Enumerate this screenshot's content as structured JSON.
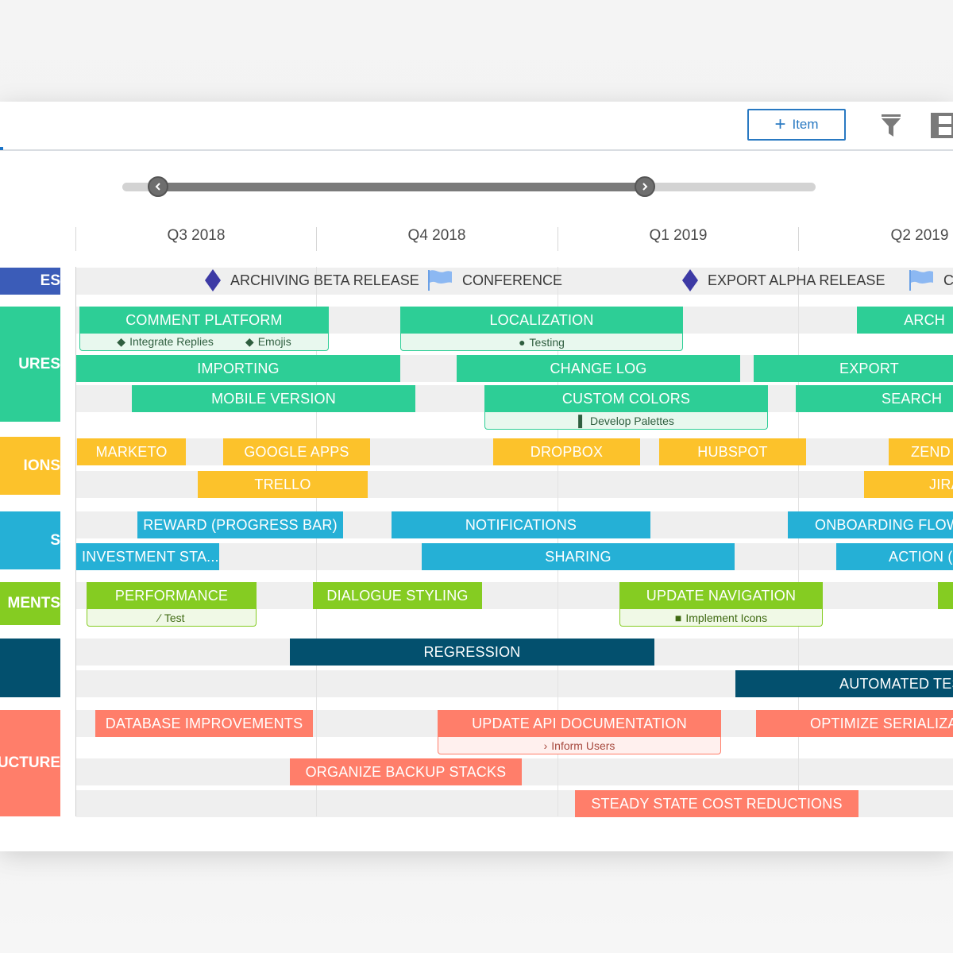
{
  "toolbar": {
    "add_item_label": "Item",
    "icons": [
      "plus-icon",
      "filter-icon",
      "layout-icon"
    ]
  },
  "timeline": {
    "quarters": [
      "Q3 2018",
      "Q4 2018",
      "Q1 2019",
      "Q2 2019"
    ]
  },
  "lanes": [
    {
      "label": "ES",
      "color": "#3b5cb8"
    },
    {
      "label": "URES",
      "color": "#2dce96"
    },
    {
      "label": "IONS",
      "color": "#fcc22b"
    },
    {
      "label": "S",
      "color": "#25b0d6"
    },
    {
      "label": "MENTS",
      "color": "#85cc22"
    },
    {
      "label": "",
      "color": "#03506e"
    },
    {
      "label": "UCTURE",
      "color": "#ff7e6a"
    }
  ],
  "milestones": [
    {
      "label": "ARCHIVING BETA RELEASE",
      "icon": "diamond-icon"
    },
    {
      "label": "CONFERENCE",
      "icon": "flag-icon"
    },
    {
      "label": "EXPORT ALPHA RELEASE",
      "icon": "diamond-icon"
    },
    {
      "label": "C",
      "icon": "flag-icon"
    }
  ],
  "bars": {
    "features": [
      "COMMENT PLATFORM",
      "LOCALIZATION",
      "ARCH",
      "IMPORTING",
      "CHANGE LOG",
      "EXPORT",
      "MOBILE VERSION",
      "CUSTOM COLORS",
      "SEARCH"
    ],
    "integrations": [
      "MARKETO",
      "GOOGLE APPS",
      "DROPBOX",
      "HUBSPOT",
      "ZEND",
      "TRELLO",
      "JIRA"
    ],
    "engagement": [
      "REWARD (PROGRESS BAR)",
      "NOTIFICATIONS",
      "ONBOARDING FLOW",
      "INVESTMENT STA...",
      "SHARING",
      "ACTION ("
    ],
    "improvements": [
      "PERFORMANCE",
      "DIALOGUE STYLING",
      "UPDATE NAVIGATION"
    ],
    "testing": [
      "REGRESSION",
      "AUTOMATED TES"
    ],
    "infrastructure": [
      "DATABASE IMPROVEMENTS",
      "UPDATE API DOCUMENTATION",
      "OPTIMIZE SERIALIZAT",
      "ORGANIZE BACKUP STACKS",
      "STEADY STATE COST REDUCTIONS"
    ]
  },
  "subtasks": {
    "comment_platform": [
      "Integrate Replies",
      "Emojis"
    ],
    "localization": [
      "Testing"
    ],
    "custom_colors": [
      "Develop Palettes"
    ],
    "performance": [
      "Test"
    ],
    "update_navigation": [
      "Implement Icons"
    ],
    "update_api_documentation": [
      "Inform Users"
    ]
  }
}
